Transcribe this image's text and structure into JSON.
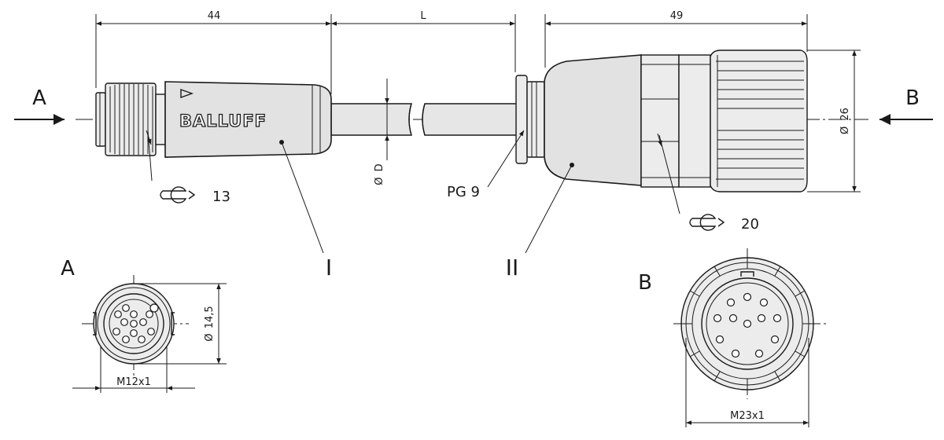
{
  "dimensions": {
    "left_length": "44",
    "cable_length": "L",
    "right_length": "49",
    "cable_diameter": "D",
    "right_diameter": "26",
    "front_a_diameter": "14,5",
    "front_a_thread": "M12x1",
    "front_b_thread": "M23x1",
    "wrench_left": "13",
    "wrench_right": "20",
    "gland": "PG 9",
    "diameter_symbol": "Ø"
  },
  "labels": {
    "view_a": "A",
    "view_b": "B",
    "view_a_front": "A",
    "view_b_front": "B",
    "part_one": "I",
    "part_two": "II"
  },
  "brand": {
    "logo_text": "BALLUFF"
  }
}
